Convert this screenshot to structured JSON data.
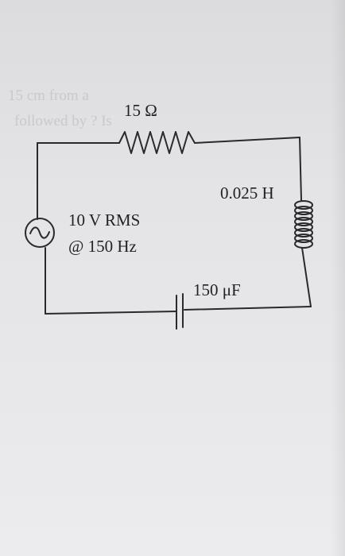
{
  "ghost_text": {
    "line1": "15 cm from a",
    "line2": "followed by        ? Is"
  },
  "components": {
    "resistor": {
      "label": "15 Ω"
    },
    "inductor": {
      "label": "0.025 H"
    },
    "source": {
      "line1": "10 V RMS",
      "line2": "@ 150 Hz"
    },
    "capacitor": {
      "label": "150 μF"
    }
  },
  "colors": {
    "wire": "#2a2a2d",
    "background": "#e4e4e6"
  },
  "icons": {
    "source": "ac-source-icon",
    "resistor": "resistor-zigzag-icon",
    "inductor": "inductor-coil-icon",
    "capacitor": "capacitor-icon"
  }
}
